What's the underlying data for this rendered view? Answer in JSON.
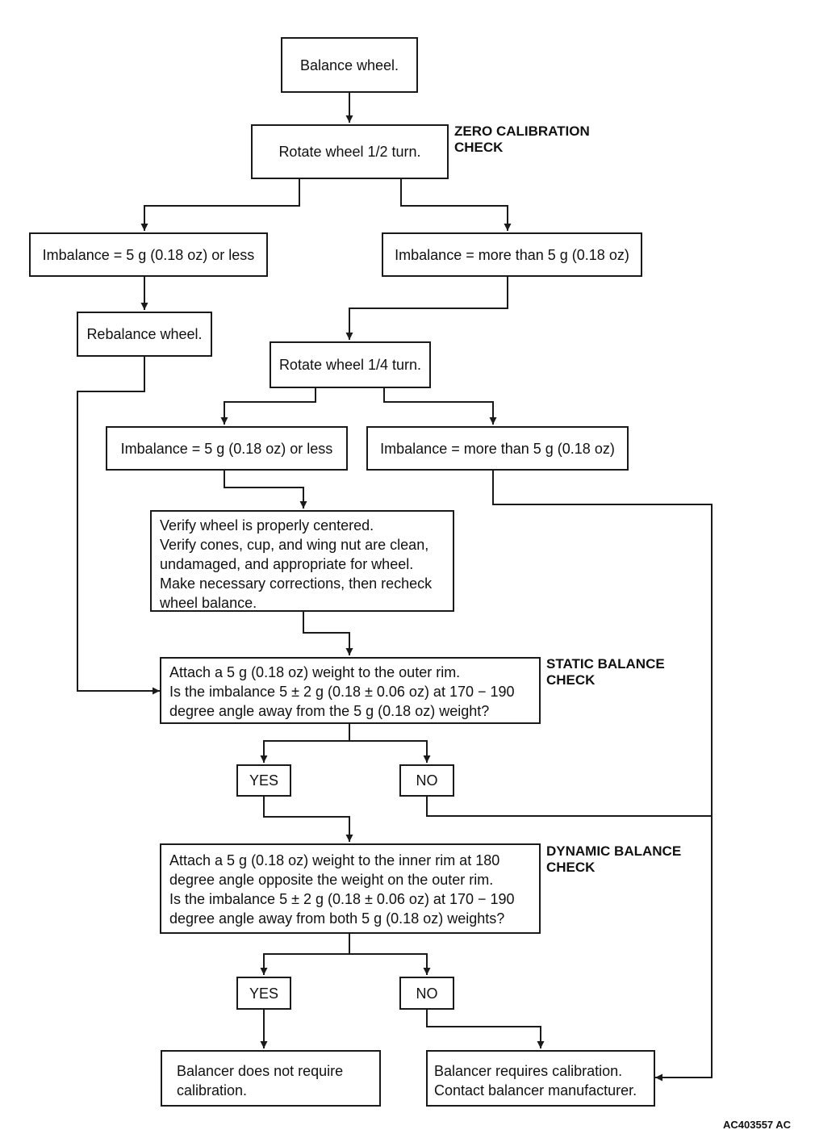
{
  "nodes": {
    "balance_wheel": "Balance wheel.",
    "rotate_half": "Rotate wheel 1/2 turn.",
    "imbalance_less_1": "Imbalance = 5 g (0.18 oz) or less",
    "imbalance_more_1": "Imbalance = more than 5 g (0.18 oz)",
    "rebalance": "Rebalance wheel.",
    "rotate_quarter": "Rotate wheel 1/4 turn.",
    "imbalance_less_2": "Imbalance = 5 g (0.18 oz) or less",
    "imbalance_more_2": "Imbalance = more than 5 g (0.18 oz)",
    "verify": [
      "Verify wheel is properly centered.",
      "Verify cones, cup, and wing nut are clean,",
      "undamaged, and appropriate for wheel.",
      "Make necessary corrections, then recheck",
      "wheel balance."
    ],
    "static_question": [
      "Attach a 5 g (0.18 oz) weight to the outer rim.",
      "Is the imbalance 5 ± 2 g (0.18 ± 0.06 oz) at 170 − 190",
      "degree angle away from the 5 g (0.18 oz) weight?"
    ],
    "yes_1": "YES",
    "no_1": "NO",
    "dynamic_question": [
      "Attach a 5 g (0.18 oz) weight to the inner rim at 180",
      "degree angle opposite the weight on the outer rim.",
      "Is the imbalance 5 ± 2 g (0.18 ± 0.06 oz) at 170 − 190",
      "degree angle away from both 5 g (0.18 oz) weights?"
    ],
    "yes_2": "YES",
    "no_2": "NO",
    "no_calibration": [
      "Balancer does not require",
      "calibration."
    ],
    "requires_calibration": [
      "Balancer requires calibration.",
      "Contact balancer manufacturer."
    ]
  },
  "section_labels": {
    "zero": [
      "ZERO CALIBRATION",
      "CHECK"
    ],
    "static": [
      "STATIC BALANCE",
      "CHECK"
    ],
    "dynamic": [
      "DYNAMIC BALANCE",
      "CHECK"
    ]
  },
  "figure_code": "AC403557 AC",
  "colors": {
    "line": "#1a1a1a",
    "background": "#ffffff"
  }
}
